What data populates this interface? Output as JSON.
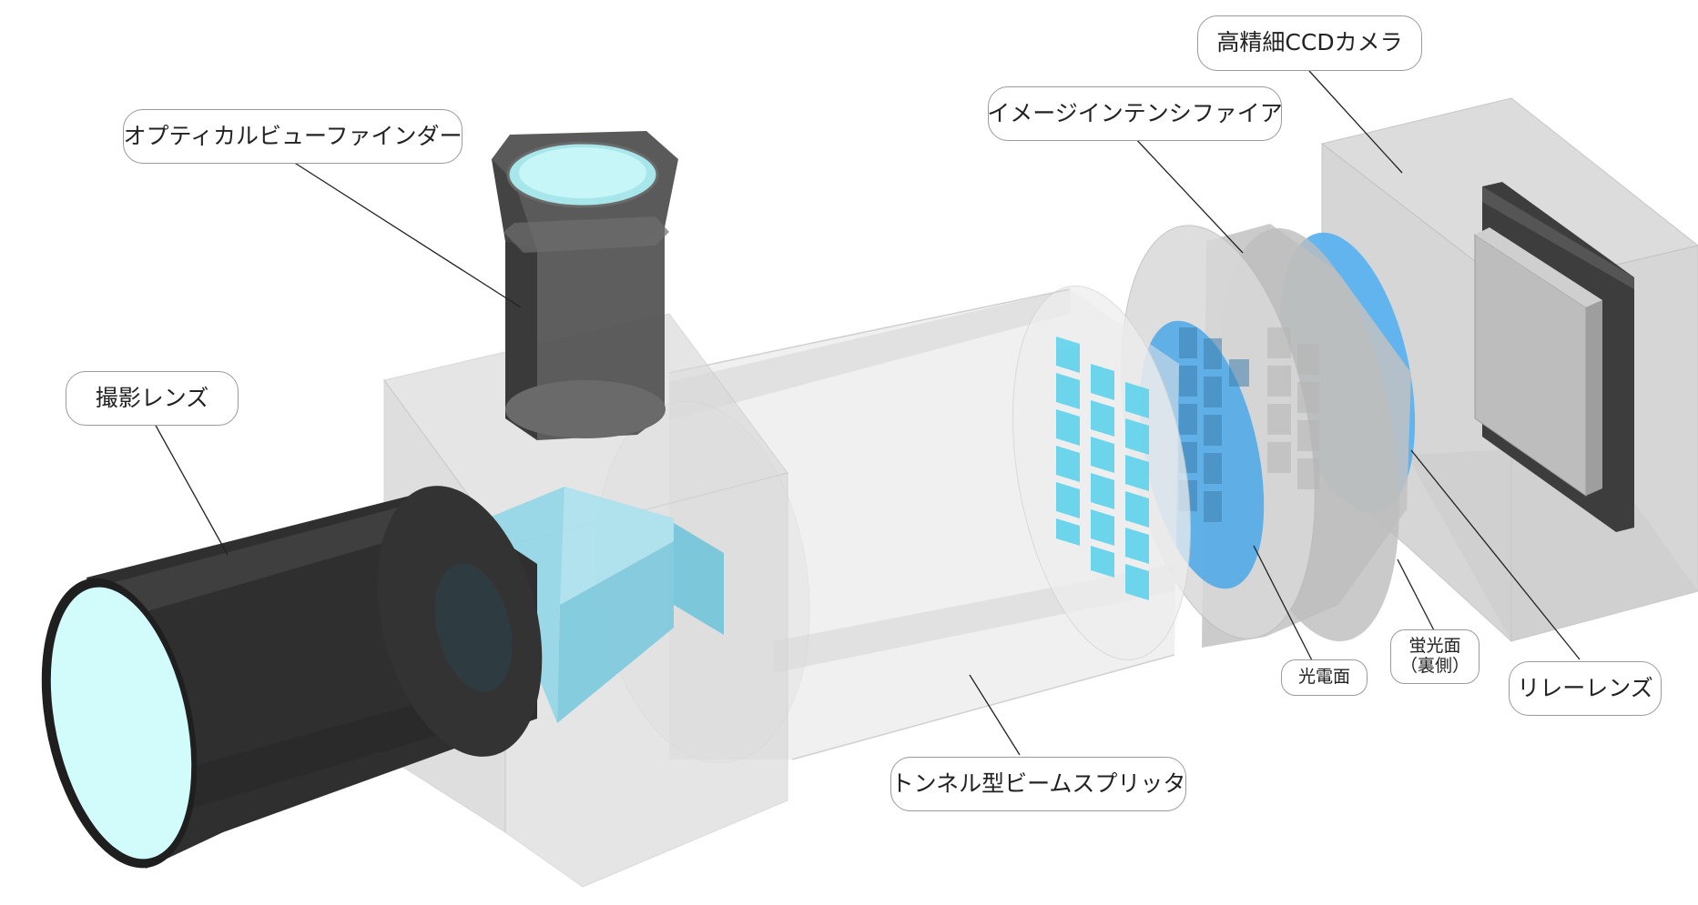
{
  "labels": {
    "high_res_ccd_camera": "高精細CCDカメラ",
    "image_intensifier": "イメージインテンシファイア",
    "optical_viewfinder": "オプティカルビューファインダー",
    "taking_lens": "撮影レンズ",
    "photocathode": "光電面",
    "phosphor_screen_line1": "蛍光面",
    "phosphor_screen_line2": "（裏側）",
    "relay_lens": "リレーレンズ",
    "tunnel_beam_splitter": "トンネル型ビームスプリッタ"
  },
  "colors": {
    "lens_dark": "#3a3a3a",
    "glass_cyan": "#d0fafb",
    "prism_cyan": "#8fd6e8",
    "blue_disc": "#4aa7e8",
    "housing_gray": "#d4d4d4",
    "leader_line": "#222222"
  }
}
